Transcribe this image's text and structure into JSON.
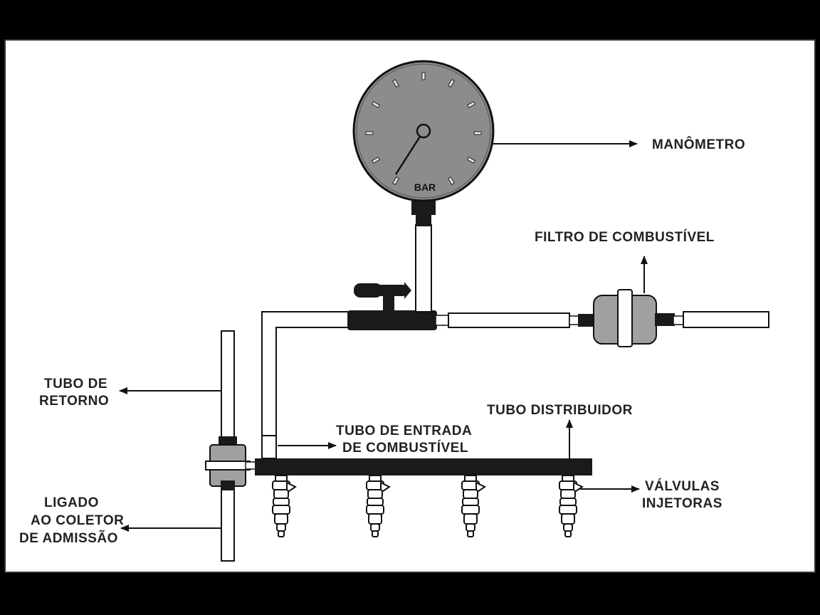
{
  "labels": {
    "manometro": "MANÔMETRO",
    "gauge_unit": "BAR",
    "filtro": "FILTRO DE COMBUSTÍVEL",
    "tubo_retorno_1": "TUBO DE",
    "tubo_retorno_2": "RETORNO",
    "tubo_distribuidor": "TUBO DISTRIBUIDOR",
    "tubo_entrada_1": "TUBO DE ENTRADA",
    "tubo_entrada_2": "DE COMBUSTÍVEL",
    "valvulas_1": "VÁLVULAS",
    "valvulas_2": "INJETORAS",
    "ligado_1": "LIGADO",
    "ligado_2": "AO COLETOR",
    "ligado_3": "DE ADMISSÃO"
  },
  "colors": {
    "frame": "#000000",
    "panel": "#ffffff",
    "gauge_face": "#8c8c8c",
    "component_gray": "#a0a0a0",
    "dark": "#1a1a1a",
    "label_text": "#222222"
  }
}
